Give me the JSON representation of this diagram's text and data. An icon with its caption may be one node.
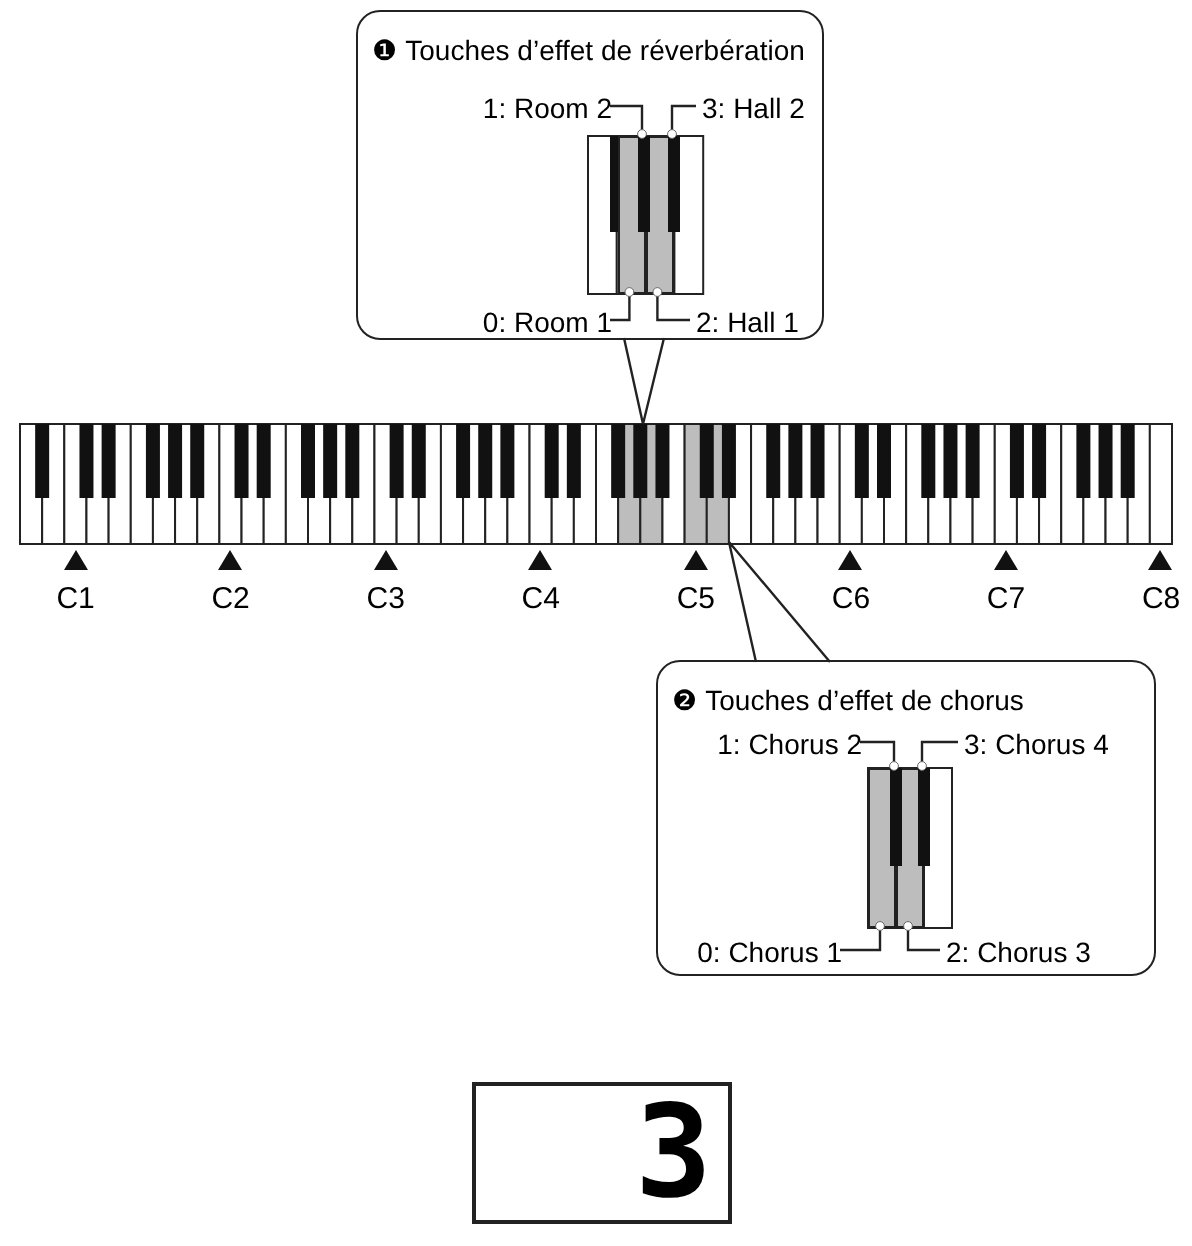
{
  "diagram": {
    "nodes": [
      {
        "text": [
          "❶ Touches d’effet de réverbération"
        ]
      },
      {
        "text": [
          "1: Room 2"
        ],
        "in": 0
      },
      {
        "text": [
          "3: Hall 2"
        ],
        "in": 0
      },
      {
        "text": [
          "0: Room 1"
        ],
        "in": 0
      },
      {
        "text": [
          "2: Hall 1"
        ],
        "in": 0
      },
      {
        "text": [],
        "shape": "key",
        "in": 0
      },
      {
        "text": [],
        "shape": "key",
        "in": 0
      },
      {
        "text": [],
        "shape": "key",
        "in": 0
      },
      {
        "text": [],
        "shape": "key",
        "in": 0
      },
      {
        "text": [
          "❷ Touches d’effet de chorus"
        ]
      },
      {
        "text": [
          "1: Chorus 2"
        ],
        "in": 9
      },
      {
        "text": [
          "3: Chorus 4"
        ],
        "in": 9
      },
      {
        "text": [
          "0: Chorus 1"
        ],
        "in": 9
      },
      {
        "text": [
          "2: Chorus 3"
        ],
        "in": 9
      },
      {
        "text": [],
        "shape": "key",
        "in": 9
      },
      {
        "text": [],
        "shape": "key",
        "in": 9
      },
      {
        "text": [],
        "shape": "key",
        "in": 9
      },
      {
        "text": [],
        "shape": "key",
        "in": 9
      },
      {
        "text": [],
        "shape": "keyboard"
      },
      {
        "text": [
          "3"
        ]
      }
    ],
    "edges": [
      {
        "from": 1,
        "to": 6,
        "arrow": "other"
      },
      {
        "from": 2,
        "to": 8,
        "arrow": "other"
      },
      {
        "from": 3,
        "to": 5,
        "arrow": "other"
      },
      {
        "from": 4,
        "to": 7,
        "arrow": "other"
      },
      {
        "from": 10,
        "to": 15,
        "arrow": "other"
      },
      {
        "from": 11,
        "to": 17,
        "arrow": "other"
      },
      {
        "from": 12,
        "to": 14,
        "arrow": "other"
      },
      {
        "from": 13,
        "to": 16,
        "arrow": "other"
      },
      {
        "from": 0,
        "to": 18,
        "arrow": "none"
      },
      {
        "from": 9,
        "to": 18,
        "arrow": "none"
      }
    ],
    "labels": [
      "C1",
      "C2",
      "C3",
      "C4",
      "C5",
      "C6",
      "C7",
      "C8"
    ]
  }
}
